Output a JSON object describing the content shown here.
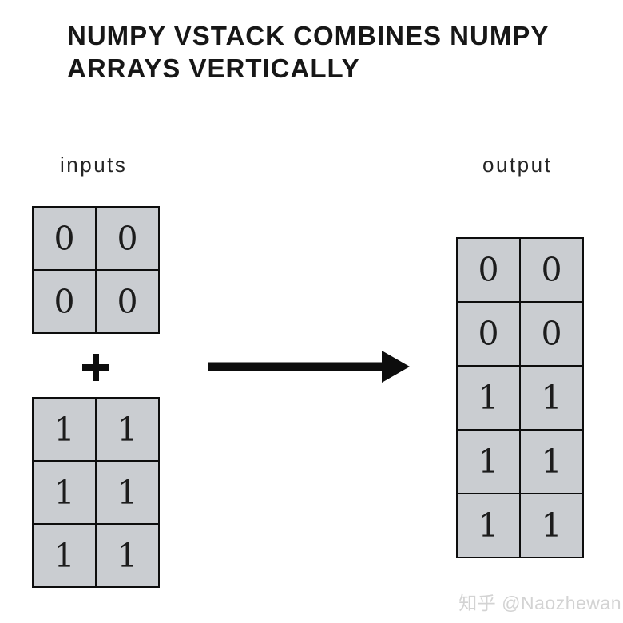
{
  "title": {
    "line1": "NUMPY VSTACK COMBINES NUMPY",
    "line2": "ARRAYS VERTICALLY"
  },
  "labels": {
    "inputs": "inputs",
    "output": "output"
  },
  "matrices": {
    "input_top": {
      "rows": [
        [
          "0",
          "0"
        ],
        [
          "0",
          "0"
        ]
      ]
    },
    "input_bottom": {
      "rows": [
        [
          "1",
          "1"
        ],
        [
          "1",
          "1"
        ],
        [
          "1",
          "1"
        ]
      ]
    },
    "output": {
      "rows": [
        [
          "0",
          "0"
        ],
        [
          "0",
          "0"
        ],
        [
          "1",
          "1"
        ],
        [
          "1",
          "1"
        ],
        [
          "1",
          "1"
        ]
      ]
    }
  },
  "operators": {
    "plus": "+",
    "arrow": "right-arrow"
  },
  "watermark": {
    "text": "知乎 @Naozhewan"
  },
  "colors": {
    "cell_fill": "#cacdd1",
    "line": "#0d0d0d",
    "title_text": "#171717",
    "watermark_text": "#d3d3d3",
    "background": "#ffffff"
  }
}
